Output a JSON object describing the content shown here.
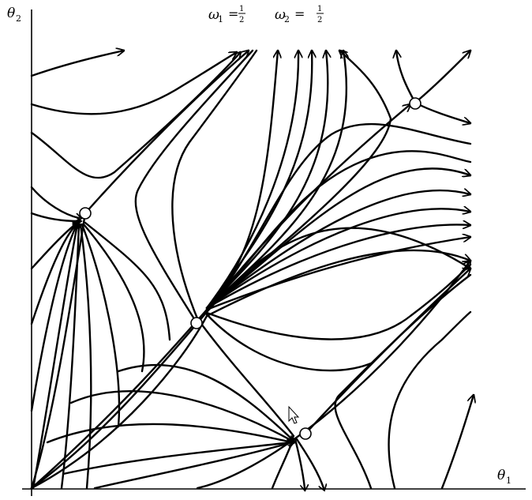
{
  "title": {
    "w1_symbol": "ω",
    "w1_sub": "1",
    "w1_num": "1",
    "w1_den": "2",
    "w2_symbol": "ω",
    "w2_sub": "2",
    "w2_num": "1",
    "w2_den": "2"
  },
  "axes": {
    "x_symbol": "θ",
    "x_sub": "1",
    "y_symbol": "θ",
    "y_sub": "2"
  },
  "icons": {
    "pointer": "mouse-pointer-icon",
    "node": "circle-node-icon",
    "arrowhead": "arrowhead-icon"
  },
  "colors": {
    "ink": "#000000",
    "background": "#ffffff"
  }
}
